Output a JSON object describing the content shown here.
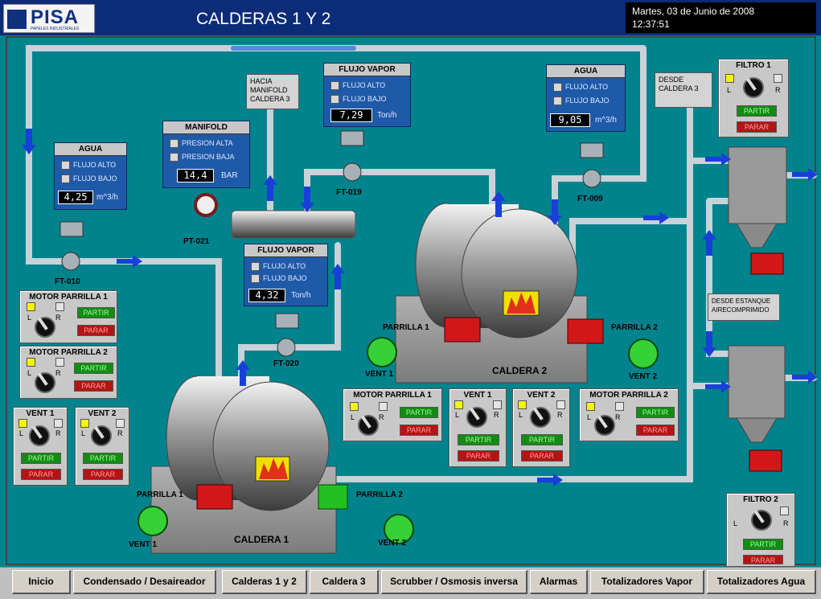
{
  "header": {
    "logo_text": "PISA",
    "logo_sub": "PAPELES INDUSTRIALES",
    "title": "CALDERAS 1 Y 2",
    "date": "Martes, 03 de Junio de 2008",
    "time": "12:37:51"
  },
  "agua1": {
    "title": "AGUA",
    "high": "FLUJO ALTO",
    "low": "FLUJO BAJO",
    "value": "4,25",
    "unit": "m^3/h"
  },
  "manifold": {
    "title": "MANIFOLD",
    "high": "PRESION ALTA",
    "low": "PRESION BAJA",
    "value": "14,4",
    "unit": "BAR"
  },
  "flujo_vapor1": {
    "title": "FLUJO VAPOR",
    "high": "FLUJO ALTO",
    "low": "FLUJO BAJO",
    "value": "7,29",
    "unit": "Ton/h"
  },
  "agua2": {
    "title": "AGUA",
    "high": "FLUJO ALTO",
    "low": "FLUJO BAJO",
    "value": "9,05",
    "unit": "m^3/h"
  },
  "flujo_vapor2": {
    "title": "FLUJO VAPOR",
    "high": "FLUJO ALTO",
    "low": "FLUJO BAJO",
    "value": "4,32",
    "unit": "Ton/h"
  },
  "notes": {
    "hacia": "HACIA MANIFOLD CALDERA 3",
    "desde": "DESDE CALDERA 3",
    "estanque": "DESDE ESTANQUE AIRECOMPRIMIDO"
  },
  "tags": {
    "ft010": "FT-010",
    "ft019": "FT-019",
    "ft009": "FT-009",
    "ft020": "FT-020",
    "pt021": "PT-021"
  },
  "boiler_labels": {
    "caldera1": "CALDERA 1",
    "caldera2": "CALDERA 2",
    "parrilla1": "PARRILLA 1",
    "parrilla2": "PARRILLA 2",
    "vent1": "VENT 1",
    "vent2": "VENT 2"
  },
  "controls": {
    "L": "L",
    "R": "R",
    "start": "PARTIR",
    "stop": "PARAR"
  },
  "panels": {
    "motor_p1": "MOTOR PARRILLA 1",
    "motor_p2": "MOTOR PARRILLA 2",
    "vent1": "VENT 1",
    "vent2": "VENT 2",
    "filtro1": "FILTRO  1",
    "filtro2": "FILTRO  2"
  },
  "nav": [
    "Inicio",
    "Condensado / Desaireador",
    "Calderas 1 y 2",
    "Caldera 3",
    "Scrubber / Osmosis inversa",
    "Alarmas",
    "Totalizadores Vapor",
    "Totalizadores Agua"
  ],
  "colors": {
    "background": "#00838c",
    "panel_blue": "#1f5aa8",
    "motor_red": "#d01818",
    "motor_green": "#22c022"
  }
}
